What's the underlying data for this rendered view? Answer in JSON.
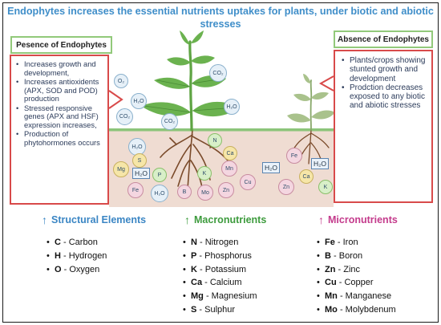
{
  "title_line1": "Endophytes increases the essential nutrients uptakes for plants, under biotic and abiotic",
  "title_line2": "stresses",
  "presence": {
    "title": "Pesence of Endophytes",
    "items": [
      "Increases growth and development,",
      "Increases antioxidents (APX, SOD and POD) production",
      "Stressed responsive genes (APX and HSF) expression increases,",
      "Production of phytohormones occurs"
    ]
  },
  "absence": {
    "title": "Absence of Endophytes",
    "items": [
      "Plants/crops showing stunted growth and development",
      "Prodction decreases exposed to any biotic and abiotic stresses"
    ]
  },
  "air_bubbles": [
    "O₂",
    "H₂O",
    "CO₂",
    "CO₂",
    "CO₂",
    "H₂O"
  ],
  "soil_bubbles_left": [
    "H₂O",
    "S",
    "Mg",
    "P",
    "Fe",
    "H₂O",
    "B",
    "Mo",
    "Zn",
    "K",
    "Mn",
    "Ca",
    "N",
    "Cu"
  ],
  "soil_bubbles_right": [
    "Fe",
    "Ca",
    "Zn",
    "K"
  ],
  "water_labels": [
    "H₂O",
    "H₂O",
    "H₂O"
  ],
  "structural": {
    "heading": "Structural Elements",
    "items": [
      {
        "sym": "C",
        "name": "Carbon"
      },
      {
        "sym": "H",
        "name": "Hydrogen"
      },
      {
        "sym": "O",
        "name": "Oxygen"
      }
    ]
  },
  "macro": {
    "heading": "Macronutrients",
    "items": [
      {
        "sym": "N",
        "name": "Nitrogen"
      },
      {
        "sym": "P",
        "name": "Phosphorus"
      },
      {
        "sym": "K",
        "name": "Potassium"
      },
      {
        "sym": "Ca",
        "name": "Calcium"
      },
      {
        "sym": "Mg",
        "name": "Magnesium"
      },
      {
        "sym": "S",
        "name": "Sulphur"
      }
    ]
  },
  "micro": {
    "heading": "Micronutrients",
    "items": [
      {
        "sym": "Fe",
        "name": "Iron"
      },
      {
        "sym": "B",
        "name": "Boron"
      },
      {
        "sym": "Zn",
        "name": "Zinc"
      },
      {
        "sym": "Cu",
        "name": "Copper"
      },
      {
        "sym": "Mn",
        "name": "Manganese"
      },
      {
        "sym": "Mo",
        "name": "Molybdenum"
      }
    ]
  },
  "colors": {
    "title": "#3f8ec9",
    "structural": "#3b86c4",
    "macro": "#3d9b3d",
    "micro": "#c43b8c",
    "panel_border": "#d84a4a",
    "panel_title_border": "#92c97a",
    "soil": "#efdcd2",
    "ground_line": "#8cc47a"
  }
}
